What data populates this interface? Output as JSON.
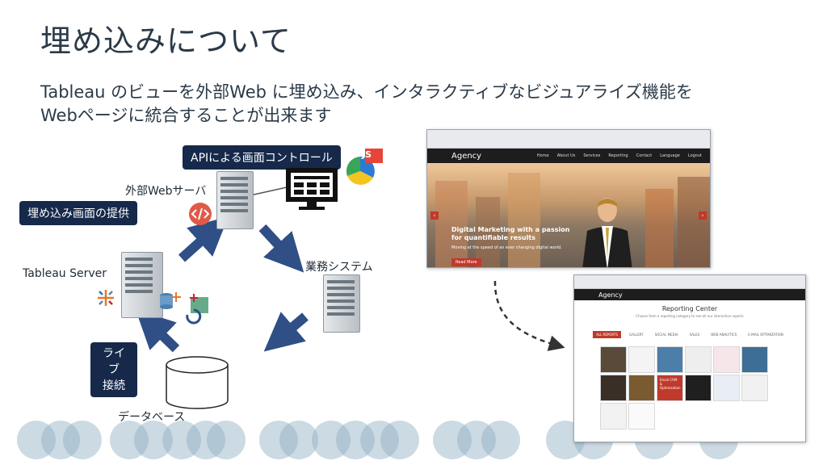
{
  "title": "埋め込みについて",
  "subtitle_line1": "Tableau のビューを外部Web に埋め込み、インタラクティブなビジュアライズ機能を",
  "subtitle_line2": "Webページに統合することが出来ます",
  "diagram": {
    "badge_api": "APIによる画面コントロール",
    "badge_embed": "埋め込み画面の提供",
    "badge_live": "ライブ\n接続",
    "label_web_server": "外部Webサーバ",
    "label_tableau_server": "Tableau Server",
    "label_business_system": "業務システム",
    "label_database": "データベース",
    "js_label": "JS"
  },
  "screenshot_agency": {
    "brand": "Agency",
    "nav": [
      "Home",
      "About Us",
      "Services",
      "Reporting",
      "Contact",
      "Language",
      "Logout"
    ],
    "headline": "Digital Marketing with a passion for quantifiable results",
    "tagline": "Moving at the speed of an ever changing digital world.",
    "button": "Read More"
  },
  "screenshot_reporting": {
    "brand": "Agency",
    "title": "Reporting Center",
    "subtitle": "Choose from a reporting category to see all our interactive reports",
    "tabs": [
      "ALL REPORTS",
      "GALLERY",
      "SOCIAL MEDIA",
      "SALES",
      "WEB ANALYTICS",
      "E-MAIL OPTIMIZATION"
    ],
    "tile_text": "Email CRM & Optimization"
  },
  "colors": {
    "navy": "#16294a",
    "arrow": "#2f4f86",
    "accent_red": "#c0392b",
    "bubble": "#8faec0"
  },
  "icons": [
    "code-icon",
    "tableau-logo-icon",
    "monitor-icon",
    "js-chart-icon",
    "server-icon",
    "database-icon",
    "arrow-icon"
  ]
}
